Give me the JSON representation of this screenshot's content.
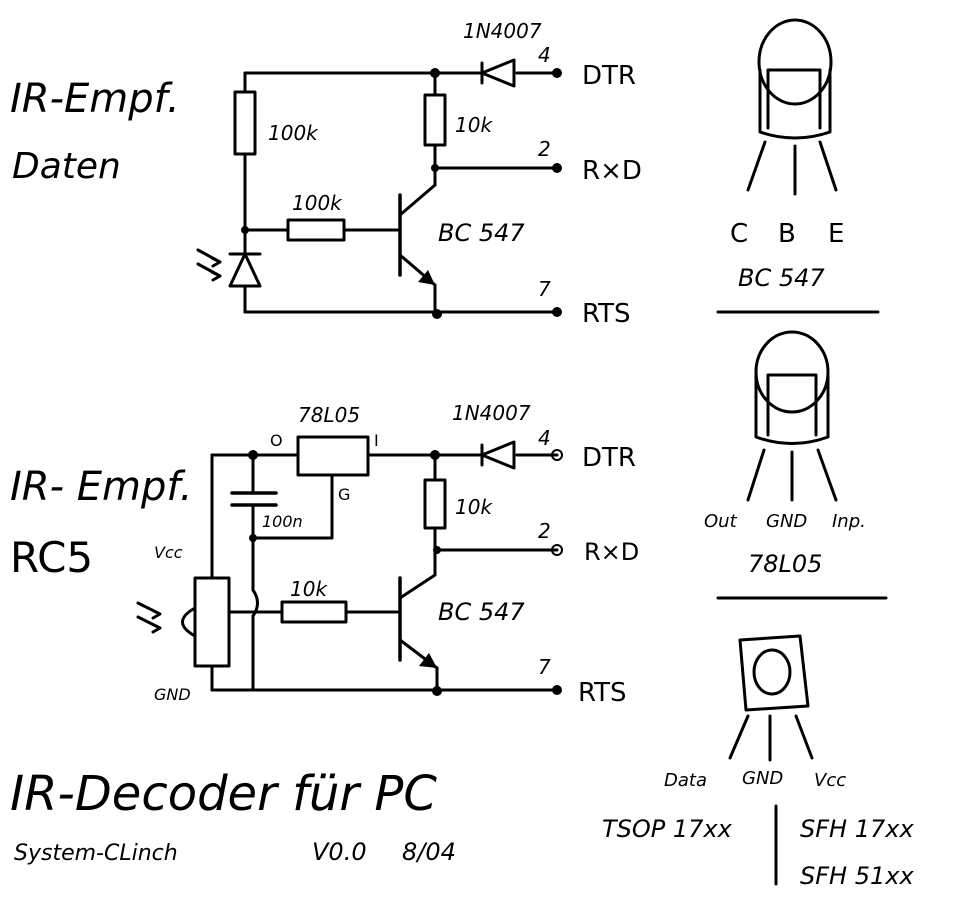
{
  "circuit1": {
    "title_line1": "IR-Empf.",
    "title_line2": "Daten",
    "r1": "100k",
    "r2": "100k",
    "r3": "10k",
    "diode": "1N4007",
    "transistor": "BC 547",
    "pin_dtr": "4",
    "pin_rxd": "2",
    "pin_rts": "7",
    "dtr": "DTR",
    "rxd": "R×D",
    "rts": "RTS"
  },
  "circuit2": {
    "title_line1": "IR- Empf.",
    "title_line2": "RC5",
    "regulator": "78L05",
    "reg_o": "O",
    "reg_i": "I",
    "reg_g": "G",
    "cap": "100n",
    "vcc": "Vcc",
    "gnd": "GND",
    "r1": "10k",
    "r2": "10k",
    "diode": "1N4007",
    "transistor": "BC 547",
    "pin_dtr": "4",
    "pin_rxd": "2",
    "pin_rts": "7",
    "dtr": "DTR",
    "rxd": "R×D",
    "rts": "RTS"
  },
  "pinout_bc547": {
    "c": "C",
    "b": "B",
    "e": "E",
    "name": "BC 547"
  },
  "pinout_78l05": {
    "out": "Out",
    "gnd": "GND",
    "inp": "Inp.",
    "name": "78L05"
  },
  "pinout_tsop": {
    "data": "Data",
    "gnd": "GND",
    "vcc": "Vcc",
    "name_left": "TSOP 17xx",
    "name_right1": "SFH 17xx",
    "name_right2": "SFH 51xx"
  },
  "footer": {
    "title": "IR-Decoder für PC",
    "subtitle": "System-CLinch",
    "version": "V0.0",
    "date": "8/04"
  }
}
